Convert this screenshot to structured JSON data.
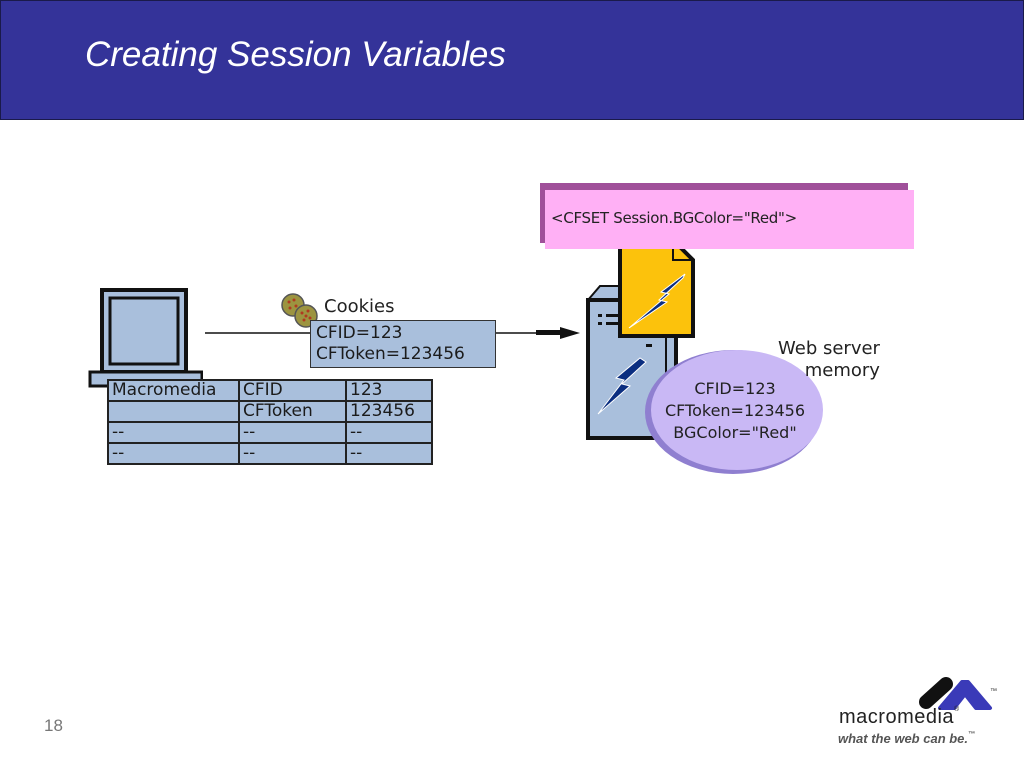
{
  "slide": {
    "title": "Creating Session Variables",
    "page_number": "18",
    "header_color": "#343399"
  },
  "diagram": {
    "code_statement": "<CFSET Session.BGColor=\"Red\">",
    "cookies": {
      "label": "Cookies",
      "lines": [
        "CFID=123",
        "CFToken=123456"
      ]
    },
    "client_cookie_table": {
      "rows": [
        [
          "Macromedia",
          "CFID",
          "123"
        ],
        [
          "",
          "CFToken",
          "123456"
        ],
        [
          "--",
          "--",
          "--"
        ],
        [
          "--",
          "--",
          "--"
        ]
      ]
    },
    "server_memory": {
      "label_line1": "Web server",
      "label_line2": "memory",
      "lines": [
        "CFID=123",
        "CFToken=123456",
        "BGColor=\"Red\""
      ]
    },
    "icons": [
      "computer-icon",
      "cookie-icon",
      "arrow-right-icon",
      "server-icon",
      "cfml-document-icon",
      "memory-ellipse-icon"
    ]
  },
  "logo": {
    "brand": "macromedia",
    "registered": "®",
    "trademark": "™",
    "tagline": "what the web can be.",
    "tagline_tm": "™"
  }
}
